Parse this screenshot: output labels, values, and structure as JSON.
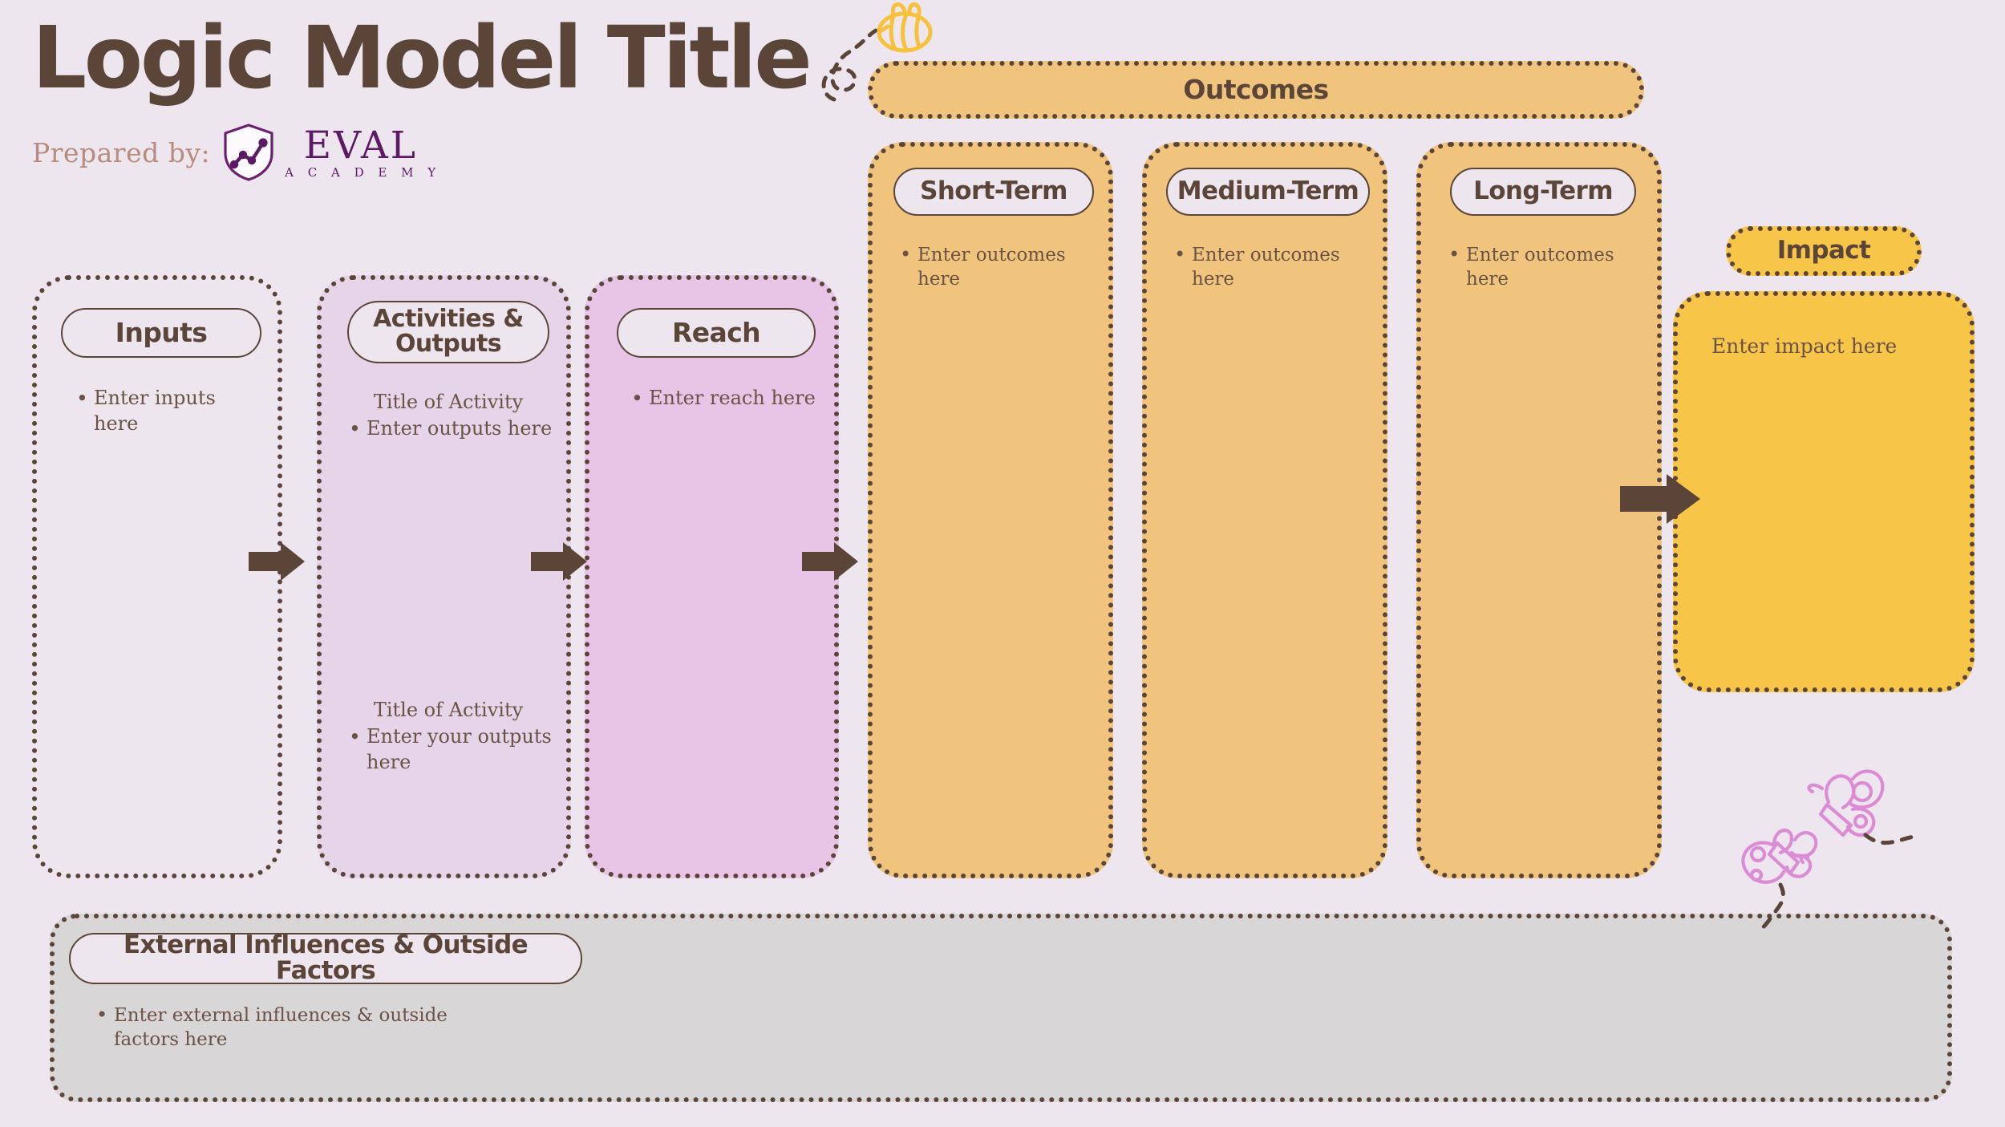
{
  "header": {
    "title": "Logic Model Title",
    "prepared_by_label": "Prepared by:",
    "logo": {
      "name": "EVAL",
      "subtitle": "A C A D E M Y"
    }
  },
  "columns": {
    "inputs": {
      "title": "Inputs",
      "bullets": [
        "Enter inputs here"
      ]
    },
    "activities": {
      "title": "Activities & Outputs",
      "title_line1": "Activities &",
      "title_line2": "Outputs",
      "groups": [
        {
          "activity_title": "Title of Activity",
          "bullets": [
            "Enter outputs here"
          ]
        },
        {
          "activity_title": "Title of Activity",
          "bullets": [
            "Enter your outputs here"
          ]
        }
      ]
    },
    "reach": {
      "title": "Reach",
      "bullets": [
        "Enter reach here"
      ]
    }
  },
  "outcomes": {
    "banner_title": "Outcomes",
    "sub_columns": [
      {
        "title": "Short-Term",
        "bullets": [
          "Enter outcomes here"
        ]
      },
      {
        "title": "Medium-Term",
        "bullets": [
          "Enter outcomes here"
        ]
      },
      {
        "title": "Long-Term",
        "bullets": [
          "Enter outcomes here"
        ]
      }
    ]
  },
  "impact": {
    "title": "Impact",
    "text": "Enter impact here"
  },
  "external": {
    "title": "External  Influences & Outside Factors",
    "bullets": [
      "Enter external influences & outside factors here"
    ]
  },
  "decorations": {
    "bee": "bee-icon",
    "butterfly_upper": "butterfly-icon",
    "butterfly_lower": "butterfly-icon",
    "arrows": [
      "arrow-right-icon",
      "arrow-right-icon",
      "arrow-right-icon",
      "arrow-right-icon"
    ]
  },
  "colors": {
    "background": "#EDE6EE",
    "ink": "#5B4539",
    "body_text": "#6B5247",
    "prepared_by": "#B98A7E",
    "logo_purple": "#5B1A63",
    "activities_fill": "#E6D4E8",
    "reach_fill": "#E8C5E6",
    "outcomes_fill": "#F0C47D",
    "impact_fill": "#F7C649",
    "external_fill": "#D8D6D6",
    "butterfly": "#DB8CD4",
    "bee": "#F7C13C"
  }
}
